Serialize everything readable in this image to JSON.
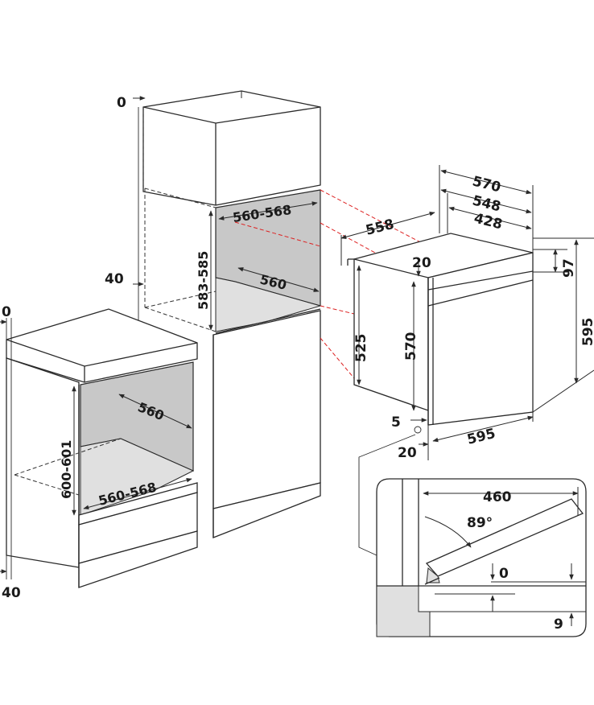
{
  "labels": {
    "col_top_gap": "0",
    "col_side_gap": "40",
    "col_niche_width": "560-568",
    "col_niche_height": "583-585",
    "col_niche_depth": "560",
    "base_top_gap": "0",
    "base_side_gap": "40",
    "base_niche_depth": "560",
    "base_niche_height": "600-601",
    "base_niche_width": "560-568",
    "oven_depth_570": "570",
    "oven_depth_548": "548",
    "oven_depth_428": "428",
    "oven_body_depth": "558",
    "oven_panel_97": "97",
    "oven_height_595": "595",
    "oven_gap_20_top": "20",
    "oven_body_height_525": "525",
    "oven_inner_height_570": "570",
    "oven_offset_5": "5",
    "oven_offset_20": "20",
    "oven_width_595": "595",
    "door_width_460": "460",
    "door_angle": "89°",
    "door_gap_0": "0",
    "door_gap_9": "9"
  }
}
